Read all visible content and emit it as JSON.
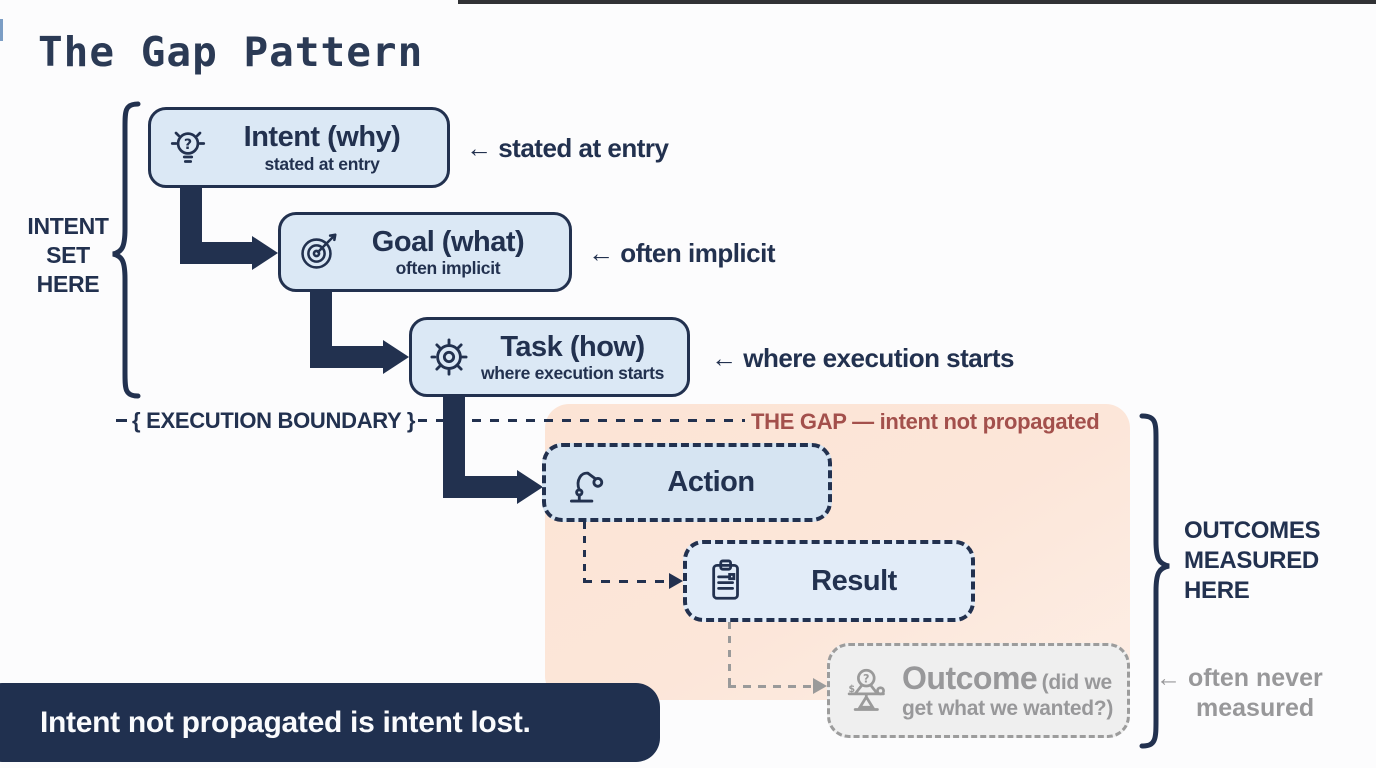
{
  "page": {
    "title": "The Gap Pattern"
  },
  "colors": {
    "navy": "#22314f",
    "box_fill": "#dbe8f5",
    "peach": "#fce4d5",
    "gap_red": "#a3504c",
    "gray": "#98989a",
    "banner_bg": "#20304f"
  },
  "left_bracket": {
    "lines": [
      "INTENT",
      "SET",
      "HERE"
    ]
  },
  "right_bracket": {
    "lines": [
      "OUTCOMES",
      "MEASURED",
      "HERE"
    ]
  },
  "flow": {
    "intent": {
      "icon": "lightbulb-icon",
      "title": "Intent (why)",
      "subtitle": "stated at entry",
      "annotation": "← stated at entry"
    },
    "goal": {
      "icon": "target-icon",
      "title": "Goal (what)",
      "subtitle": "often implicit",
      "annotation": "← often implicit"
    },
    "task": {
      "icon": "gear-icon",
      "title": "Task (how)",
      "subtitle": "where execution starts",
      "annotation": "← where execution starts"
    },
    "action": {
      "icon": "robot-arm-icon",
      "title": "Action"
    },
    "result": {
      "icon": "clipboard-icon",
      "title": "Result"
    },
    "outcome": {
      "icon": "scale-icon",
      "title": "Outcome",
      "subtitle_line1": "(did we",
      "subtitle_line2": "get what we wanted?)",
      "annotation_line1": "← often never",
      "annotation_line2": "measured"
    }
  },
  "boundary": {
    "dash_prefix": "-",
    "label": "{ EXECUTION BOUNDARY }",
    "gap_label": "THE GAP — intent not propagated"
  },
  "banner": {
    "text": "Intent not propagated is intent lost."
  }
}
